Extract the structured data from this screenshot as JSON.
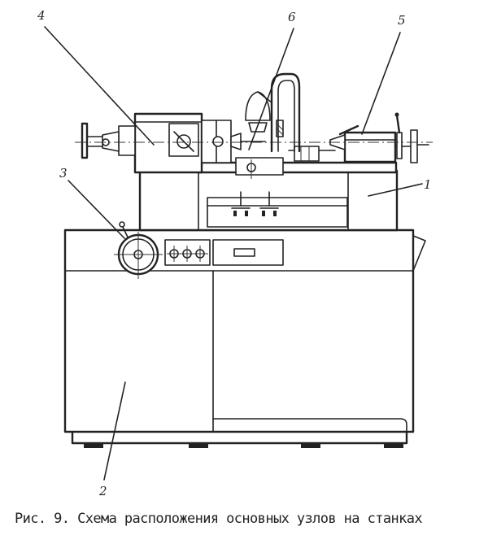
{
  "caption": "Рис. 9. Схема расположения основных узлов на станках",
  "callouts": [
    {
      "id": "1",
      "text": "1"
    },
    {
      "id": "2",
      "text": "2"
    },
    {
      "id": "3",
      "text": "3"
    },
    {
      "id": "4",
      "text": "4"
    },
    {
      "id": "5",
      "text": "5"
    },
    {
      "id": "6",
      "text": "6"
    }
  ]
}
